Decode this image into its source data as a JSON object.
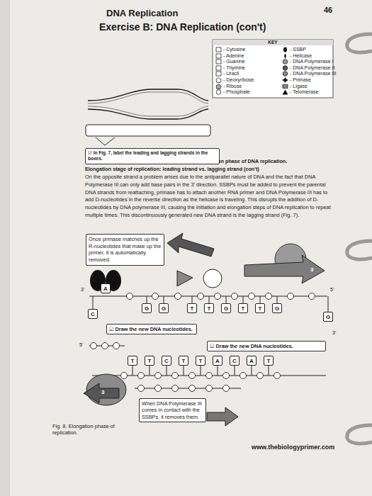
{
  "diagram": {
    "title": "Exercise B: DNA Replication (con't)",
    "caption": "Fig. 8. Elongation phase of replication.",
    "nodes": [
      {
        "text": [
          "☑ In Fig. 7, label the leading and lagging strands in the boxes."
        ]
      },
      {
        "text": [
          "Once primase matches up the R-nucleotides that make up the primer, it is automatically removed."
        ]
      },
      {
        "text": [
          "A"
        ]
      },
      {
        "text": [
          "C"
        ]
      },
      {
        "text": [
          "G"
        ]
      },
      {
        "text": [
          "G"
        ]
      },
      {
        "text": [
          "T"
        ]
      },
      {
        "text": [
          "T"
        ]
      },
      {
        "text": [
          "G"
        ]
      },
      {
        "text": [
          "T"
        ]
      },
      {
        "text": [
          "T"
        ]
      },
      {
        "text": [
          "G"
        ]
      },
      {
        "text": [
          "G"
        ]
      },
      {
        "text": [
          "☑ Draw the new DNA nucleotides."
        ]
      },
      {
        "text": [
          "☑ Draw the new DNA nucleotides."
        ]
      },
      {
        "text": [
          "T"
        ]
      },
      {
        "text": [
          "T"
        ]
      },
      {
        "text": [
          "C"
        ]
      },
      {
        "text": [
          "T"
        ]
      },
      {
        "text": [
          "T"
        ]
      },
      {
        "text": [
          "A"
        ]
      },
      {
        "text": [
          "C"
        ]
      },
      {
        "text": [
          "A"
        ]
      },
      {
        "text": [
          "T"
        ]
      },
      {
        "text": [
          "When DNA Polymerase III comes in contact with the SSBPs, it removes them."
        ]
      }
    ],
    "labels": [
      "46",
      "DNA Replication",
      "KEY",
      "Fig. 7. Lagging and leading strands during the elongation phase of DNA replication.",
      "Elongation stage of replication: leading strand vs. lagging strand (con't)",
      "On the opposite strand a problem arises due to the antiparallel nature of DNA and the fact that DNA Polymerase III can only add base pairs in the 3' direction. SSBPs must be added to prevent the parental DNA strands from reattaching, primase has to attach another RNA primer and DNA Polymerase III has to add D-nucleotides in the reverse direction as the helicase is traveling. This disrupts the addition of D-nucleotides by DNA polymerase III, causing the initiation and elongation steps of DNA replication to repeat multiple times. This discontinuously generated new DNA strand is the lagging strand (Fig. 7).",
      "3",
      "3'",
      "5'",
      "5'",
      "3'",
      "3",
      "www.thebiologyprimer.com"
    ],
    "legend": [
      {
        "text": "- Cytosine"
      },
      {
        "text": "- Adenine"
      },
      {
        "text": "- Guanine"
      },
      {
        "text": "- Thymine"
      },
      {
        "text": "- Uracil"
      },
      {
        "text": "- Deoxyribose"
      },
      {
        "text": "- Ribose"
      },
      {
        "text": "- Phosphate"
      },
      {
        "text": "- SSBP"
      },
      {
        "text": "- Helicase"
      },
      {
        "text": "- DNA Polymerase I"
      },
      {
        "text": "- DNA Polymerase II"
      },
      {
        "text": "- DNA Polymerase III"
      },
      {
        "text": "- Primase"
      },
      {
        "text": "- Ligase"
      },
      {
        "text": "- Telomerase"
      }
    ]
  }
}
